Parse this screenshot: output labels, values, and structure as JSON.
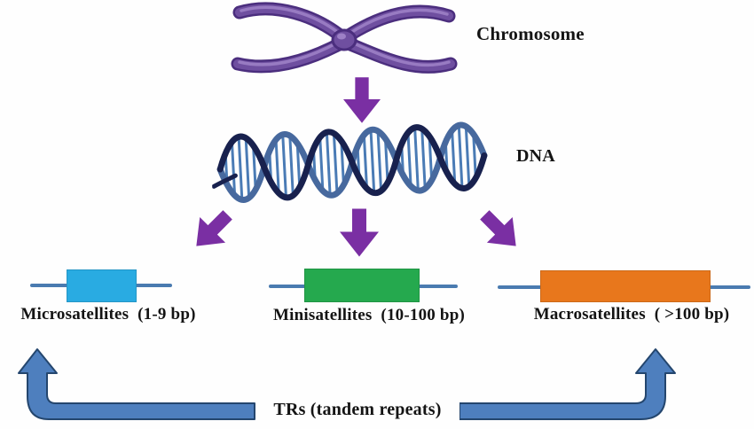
{
  "figure": {
    "nodes": {
      "chromosome_label": "Chromosome",
      "dna_label": "DNA",
      "trs_label": "TRs (tandem repeats)"
    },
    "satellites": [
      {
        "label": "Microsatellites  (1-9 bp)",
        "box_color": "#29abe2"
      },
      {
        "label": "Minisatellites  (10-100 bp)",
        "box_color": "#25a94e"
      },
      {
        "label": "Macrosatellites  ( >100 bp)",
        "box_color": "#e8771c"
      }
    ],
    "colors": {
      "arrow_purple": "#7a2fa3",
      "bracket_blue": "#4e7fbe",
      "bracket_border": "#24466e",
      "strand_line_blue": "#4a7bb0",
      "chromosome_purple": "#6f4fa0",
      "chromosome_outline": "#4b2e7e",
      "chromosome_highlight": "#9d80c6",
      "dna_dark_strand": "#18214e",
      "dna_light_strand": "#47699e",
      "dna_rung_blue": "#4a7bb5",
      "text": "#141414"
    }
  }
}
